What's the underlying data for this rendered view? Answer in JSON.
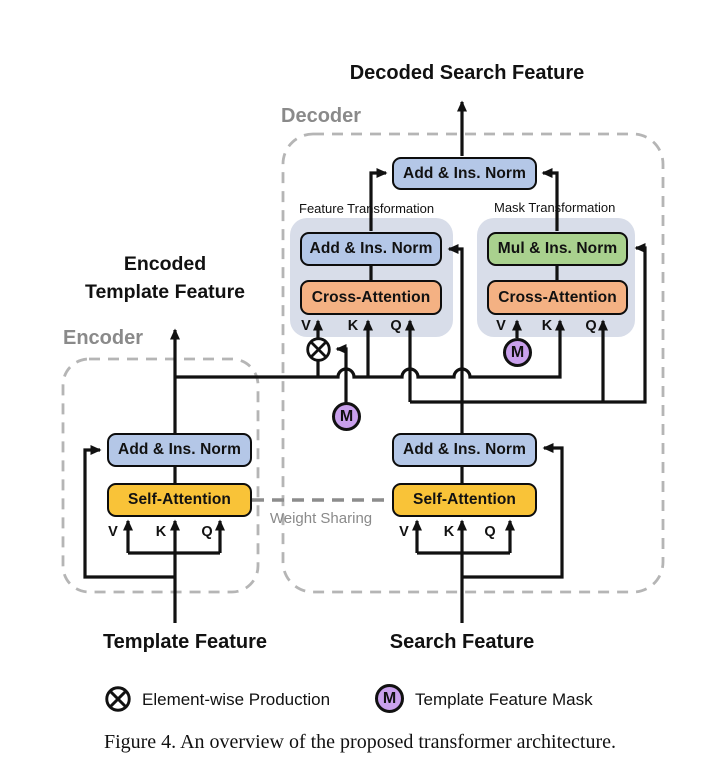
{
  "figure": {
    "output_label": "Decoded Search Feature",
    "decoder_label": "Decoder",
    "encoder_label": "Encoder",
    "encoder_output_label": "Encoded\nTemplate Feature",
    "feature_transformation_label": "Feature Transformation",
    "mask_transformation_label": "Mask Transformation",
    "weight_sharing_label": "Weight Sharing",
    "template_input_label": "Template Feature",
    "search_input_label": "Search Feature",
    "mask_symbol": "M",
    "boxes": {
      "decoder_output_norm": "Add & Ins. Norm",
      "feature_add_norm": "Add & Ins. Norm",
      "feature_cross_attention": "Cross-Attention",
      "mask_mul_norm": "Mul & Ins. Norm",
      "mask_cross_attention": "Cross-Attention",
      "encoder_add_norm": "Add & Ins. Norm",
      "encoder_self_attention": "Self-Attention",
      "search_add_norm": "Add & Ins. Norm",
      "search_self_attention": "Self-Attention"
    },
    "ports": {
      "v": "V",
      "k": "K",
      "q": "Q"
    }
  },
  "legend": {
    "elementwise_label": "Element-wise Production",
    "mask_label": "Template Feature Mask",
    "mask_symbol": "M"
  },
  "caption": "Figure 4. An overview of the proposed transformer architecture.",
  "colors": {
    "add_norm_fill": "#b4c7e7",
    "mul_norm_fill": "#a9d18e",
    "cross_attention_fill": "#f4b183",
    "self_attention_fill": "#f9c338",
    "mask_circle_fill": "#c9a0ec",
    "group_shade_fill": "#d8dde9",
    "dashed_border": "#b5b5b5",
    "secondary_text": "#8a8a8a",
    "line": "#111111"
  }
}
